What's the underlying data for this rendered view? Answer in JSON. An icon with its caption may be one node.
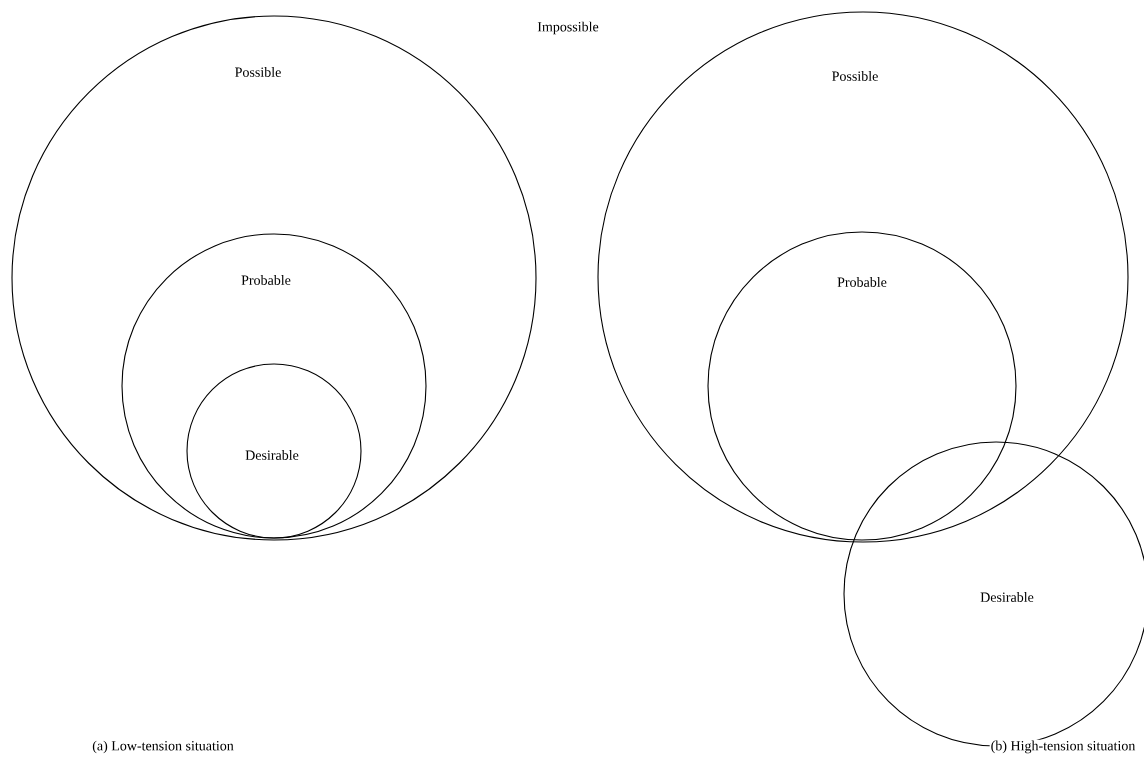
{
  "diagram": {
    "nodes": [
      {
        "text": [
          "Possible"
        ]
      },
      {
        "text": [
          "Probable"
        ],
        "in": 0
      },
      {
        "text": [
          "Desirable"
        ],
        "in": 1
      },
      {
        "text": [
          "Possible"
        ]
      },
      {
        "text": [
          "Probable"
        ],
        "in": 3
      },
      {
        "text": [
          "Desirable"
        ]
      }
    ],
    "labels": [
      "Impossible",
      "(a) Low-tension situation",
      "(b) High-tension situation"
    ]
  }
}
